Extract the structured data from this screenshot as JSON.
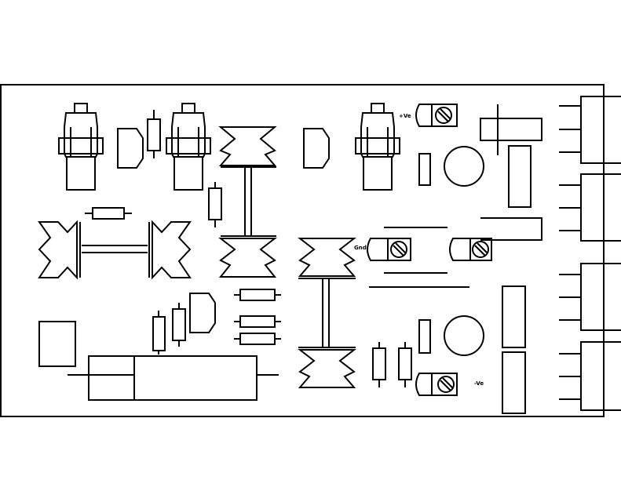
{
  "diagram": {
    "labels": {
      "positive_supply": "+Ve",
      "ground": "Gnd",
      "negative_supply": "-Ve"
    },
    "stroke_color": "#000000",
    "background_color": "#ffffff"
  }
}
